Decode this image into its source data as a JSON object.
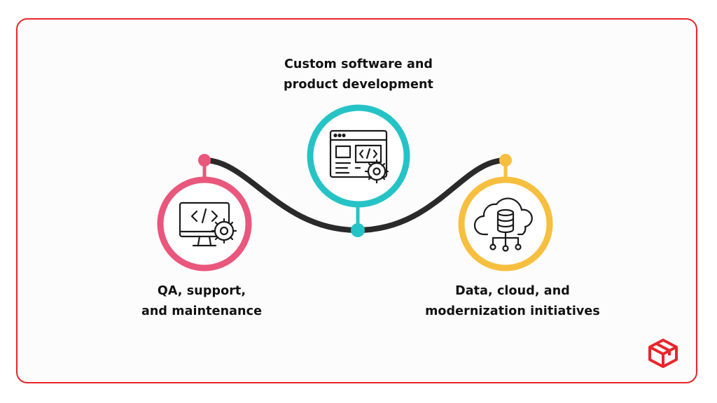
{
  "nodes": [
    {
      "id": "top",
      "label_lines": [
        "Custom software and",
        "product development"
      ],
      "color": "#26c3c6",
      "icon": "browser-code-gear-icon"
    },
    {
      "id": "left",
      "label_lines": [
        "QA, support,",
        "and maintenance"
      ],
      "color": "#e9577c",
      "icon": "monitor-code-gear-icon"
    },
    {
      "id": "right",
      "label_lines": [
        "Data, cloud, and",
        "modernization initiatives"
      ],
      "color": "#f7bf3f",
      "icon": "cloud-database-network-icon"
    }
  ],
  "colors": {
    "frame": "#e8262c",
    "line": "#2a2a2a",
    "logo": "#e8262c"
  },
  "logo_icon": "cube-logo-icon"
}
